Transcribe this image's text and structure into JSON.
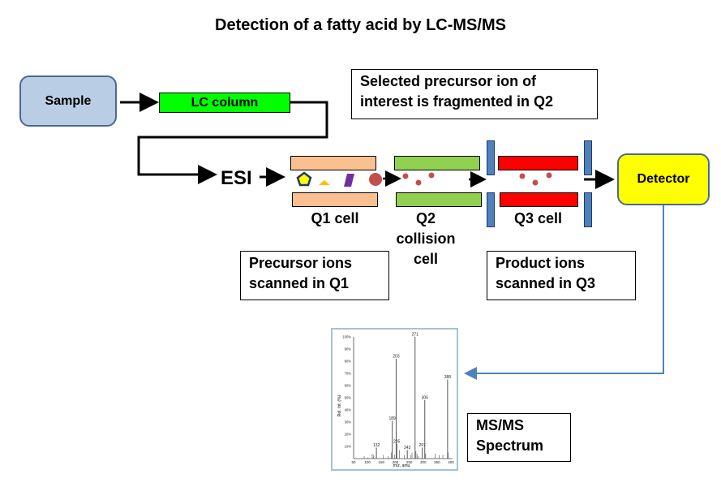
{
  "title": "Detection of a fatty acid by LC-MS/MS",
  "nodes": {
    "sample": "Sample",
    "lc_column": "LC column",
    "esi": "ESI",
    "detector": "Detector"
  },
  "cells": {
    "q1": "Q1 cell",
    "q2_lines": [
      "Q2",
      "collision",
      "cell"
    ],
    "q3": "Q3 cell"
  },
  "notes": {
    "q2_note": [
      "Selected  precursor ion of",
      "interest is fragmented in Q2"
    ],
    "q1_note": [
      "Precursor ions",
      "scanned in Q1"
    ],
    "q3_note": [
      "Product ions",
      "scanned in Q3"
    ],
    "spectrum_note": [
      "MS/MS",
      "Spectrum"
    ]
  },
  "colors": {
    "sample_fill": "#b9cde5",
    "lc_fill": "#00ff00",
    "q1_fill": "#fac090",
    "q2_fill": "#92d050",
    "q3_fill": "#ff0000",
    "lens": "#4f81bd",
    "detector_fill": "#ffff00",
    "ion_pentagon": "#ffff00",
    "ion_triangle": "#ffc000",
    "ion_parallelogram": "#7030a0",
    "ion_circle": "#c0504d",
    "connector_blue": "#4f81bd"
  },
  "ions": [
    "pentagon",
    "triangle",
    "parallelogram",
    "circle"
  ],
  "chart_data": {
    "type": "bar",
    "title": "",
    "xlabel": "m/z, amu",
    "ylabel": "Rel. Int. (%)",
    "xlim": [
      50,
      400
    ],
    "ylim": [
      0,
      100
    ],
    "x_ticks": [
      50,
      100,
      150,
      200,
      250,
      300,
      350,
      400
    ],
    "y_ticks": [
      "10%",
      "20%",
      "30%",
      "40%",
      "50%",
      "60%",
      "70%",
      "80%",
      "90%",
      "100%"
    ],
    "labeled_peaks": [
      {
        "mz": 132,
        "intensity": 9,
        "label": "132"
      },
      {
        "mz": 189,
        "intensity": 31,
        "label": "189"
      },
      {
        "mz": 203,
        "intensity": 82,
        "label": "203"
      },
      {
        "mz": 205,
        "intensity": 12,
        "label": "205"
      },
      {
        "mz": 243,
        "intensity": 7,
        "label": "243"
      },
      {
        "mz": 271,
        "intensity": 100,
        "label": "271"
      },
      {
        "mz": 297,
        "intensity": 9,
        "label": "297"
      },
      {
        "mz": 306,
        "intensity": 48,
        "label": "306"
      },
      {
        "mz": 388,
        "intensity": 65,
        "label": "388"
      }
    ],
    "minor_peaks": [
      {
        "mz": 88,
        "intensity": 2
      },
      {
        "mz": 102,
        "intensity": 1
      },
      {
        "mz": 117,
        "intensity": 4
      },
      {
        "mz": 121,
        "intensity": 3
      },
      {
        "mz": 157,
        "intensity": 3
      },
      {
        "mz": 175,
        "intensity": 2
      },
      {
        "mz": 185,
        "intensity": 5
      },
      {
        "mz": 197,
        "intensity": 3
      },
      {
        "mz": 215,
        "intensity": 7
      },
      {
        "mz": 232,
        "intensity": 3
      },
      {
        "mz": 255,
        "intensity": 3
      },
      {
        "mz": 260,
        "intensity": 5
      },
      {
        "mz": 274,
        "intensity": 6
      },
      {
        "mz": 278,
        "intensity": 4
      },
      {
        "mz": 283,
        "intensity": 2
      },
      {
        "mz": 309,
        "intensity": 4
      },
      {
        "mz": 343,
        "intensity": 4
      },
      {
        "mz": 358,
        "intensity": 3
      },
      {
        "mz": 371,
        "intensity": 3
      },
      {
        "mz": 390,
        "intensity": 5
      }
    ]
  }
}
